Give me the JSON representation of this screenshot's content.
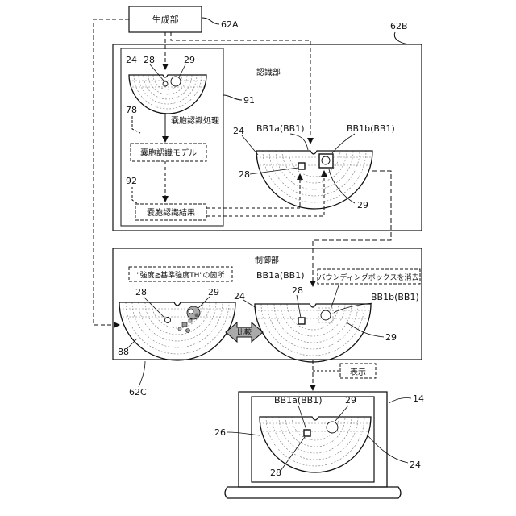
{
  "blocks": {
    "generator": "生成部",
    "recognizer": "認識部",
    "controller": "制御部"
  },
  "refs": {
    "r62A": "62A",
    "r62B": "62B",
    "r62C": "62C",
    "r91": "91",
    "r78": "78",
    "r92": "92",
    "r88": "88",
    "r14": "14",
    "r26": "26",
    "r24": "24",
    "r28": "28",
    "r29": "29"
  },
  "process": {
    "step1": "嚢胞認識処理",
    "step2": "嚢胞認識モデル",
    "step3": "嚢胞認識結果"
  },
  "boxes": {
    "bb1a": "BB1a(BB1)",
    "bb1b": "BB1b(BB1)"
  },
  "annotations": {
    "intensity": "\"強度≧基準強度TH\"の箇所",
    "erase": "バウンディングボックスを消去",
    "compare": "比較",
    "display": "表示"
  }
}
